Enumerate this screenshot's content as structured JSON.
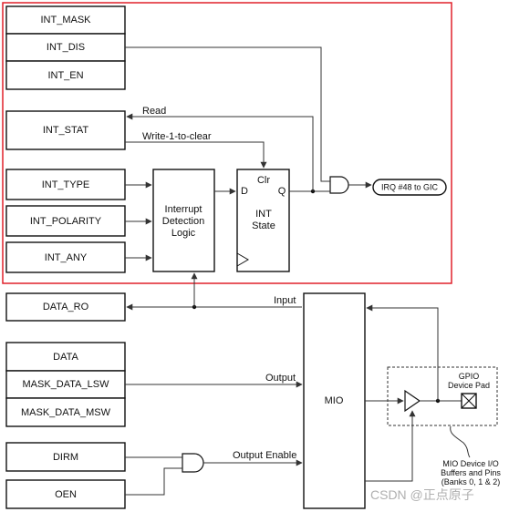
{
  "registers": {
    "int_mask": "INT_MASK",
    "int_dis": "INT_DIS",
    "int_en": "INT_EN",
    "int_stat": "INT_STAT",
    "int_type": "INT_TYPE",
    "int_polarity": "INT_POLARITY",
    "int_any": "INT_ANY",
    "data_ro": "DATA_RO",
    "data": "DATA",
    "mask_data_lsw": "MASK_DATA_LSW",
    "mask_data_msw": "MASK_DATA_MSW",
    "dirm": "DIRM",
    "oen": "OEN"
  },
  "logic": {
    "detection_line1": "Interrupt",
    "detection_line2": "Detection",
    "detection_line3": "Logic",
    "ff_clr": "Clr",
    "ff_d": "D",
    "ff_q": "Q",
    "ff_int": "INT",
    "ff_state": "State",
    "mio": "MIO",
    "irq": "IRQ #48 to GIC"
  },
  "signals": {
    "read": "Read",
    "write1clear": "Write-1-to-clear",
    "input": "Input",
    "output": "Output",
    "output_enable": "Output Enable"
  },
  "pad": {
    "line1": "GPIO",
    "line2": "Device Pad"
  },
  "callout": {
    "line1": "MIO Device I/O",
    "line2": "Buffers and Pins",
    "line3": "(Banks 0, 1 & 2)"
  },
  "watermark": "CSDN @正点原子",
  "colors": {
    "highlight_border": "#e0202a",
    "line": "#333333"
  }
}
